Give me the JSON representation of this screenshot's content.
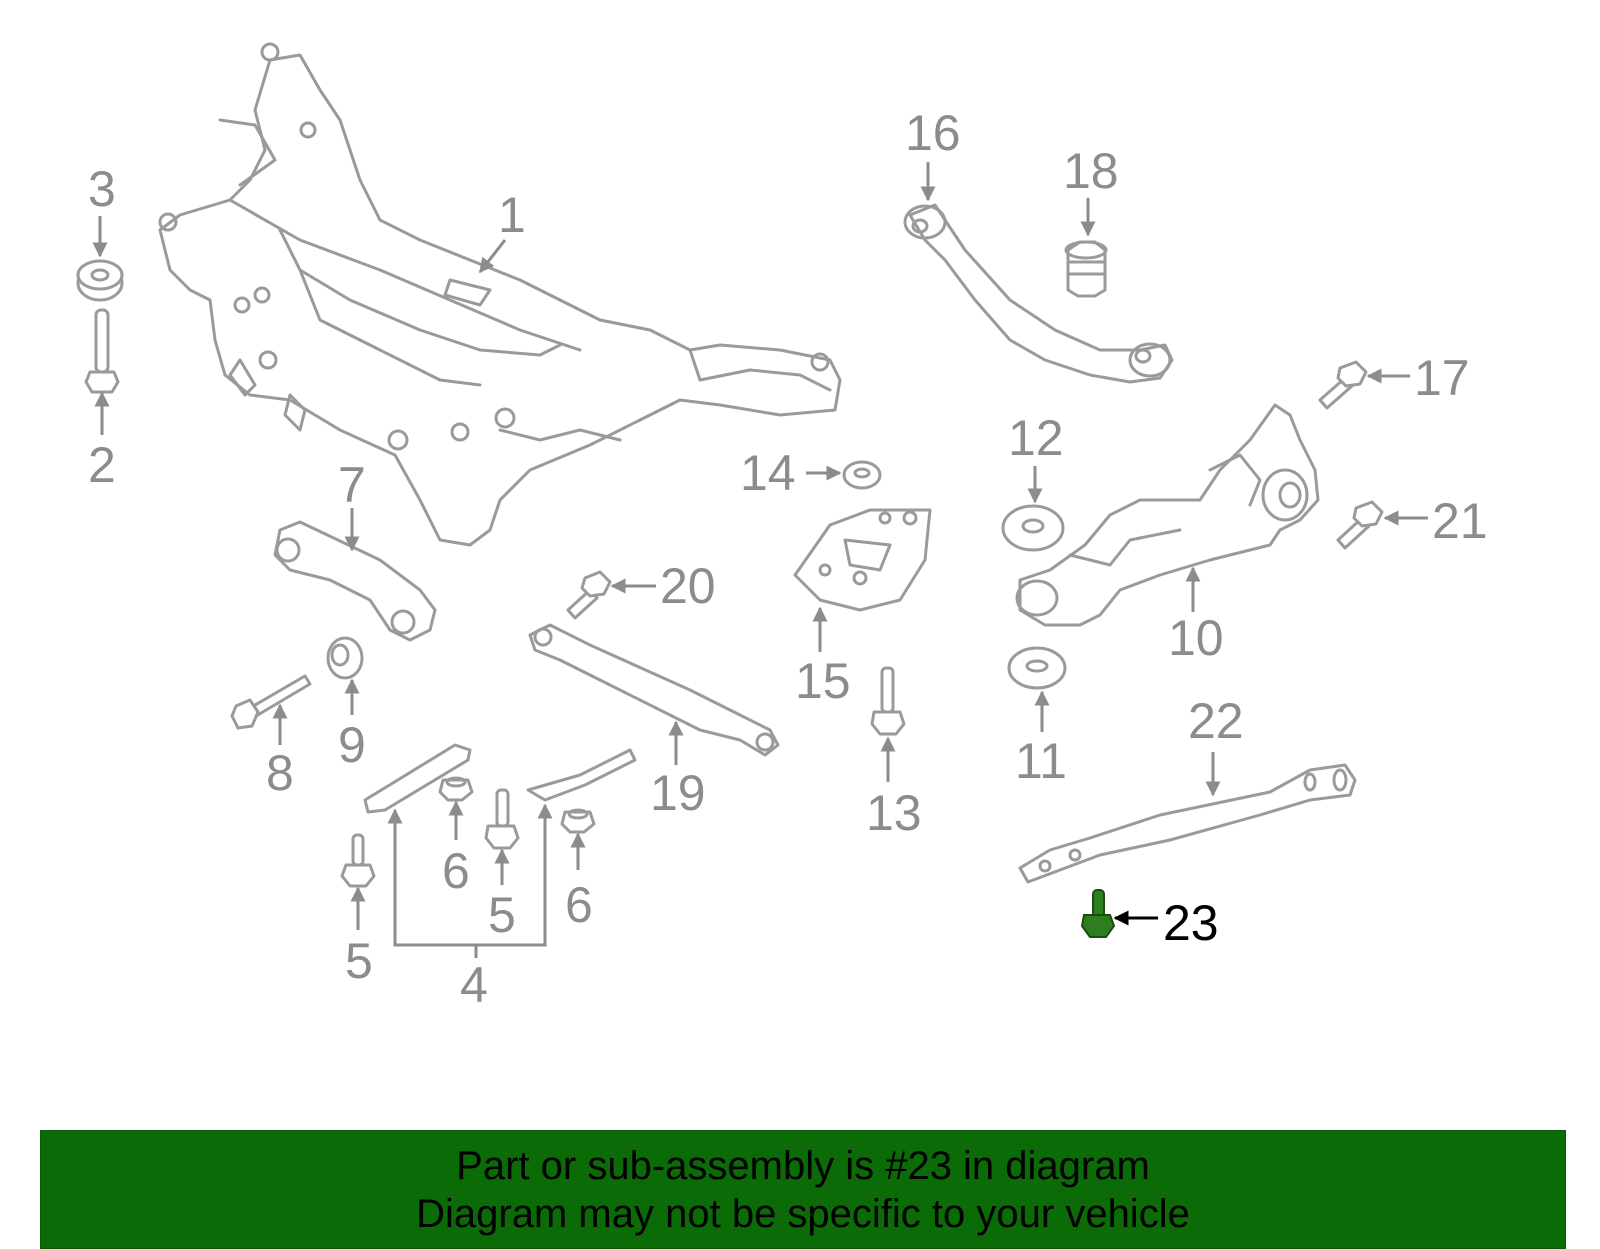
{
  "callouts": {
    "c1": "1",
    "c2": "2",
    "c3": "3",
    "c4": "4",
    "c5a": "5",
    "c5b": "5",
    "c6a": "6",
    "c6b": "6",
    "c7": "7",
    "c8": "8",
    "c9": "9",
    "c10": "10",
    "c11": "11",
    "c12": "12",
    "c13": "13",
    "c14": "14",
    "c15": "15",
    "c16": "16",
    "c17": "17",
    "c18": "18",
    "c19": "19",
    "c20": "20",
    "c21": "21",
    "c22": "22",
    "c23": "23"
  },
  "highlighted_part": "23",
  "colors": {
    "banner_bg": "#0b6b07",
    "highlight": "#2e7d1e",
    "line_art": "#9a9a9a"
  },
  "banner": {
    "line1": "Part or sub-assembly is #23 in diagram",
    "line2": "Diagram may not be specific to your vehicle"
  }
}
